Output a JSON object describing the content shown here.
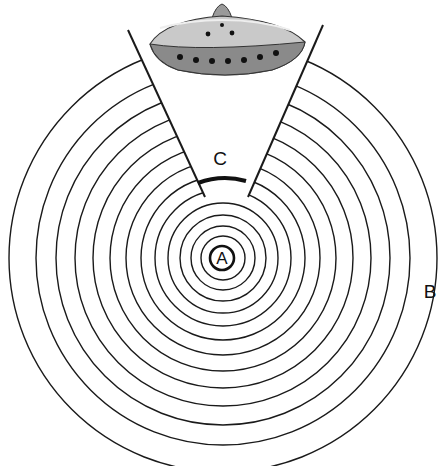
{
  "diagram": {
    "nodes": [
      {
        "text": [
          "A"
        ]
      }
    ],
    "labels": [
      "C",
      "B"
    ]
  }
}
